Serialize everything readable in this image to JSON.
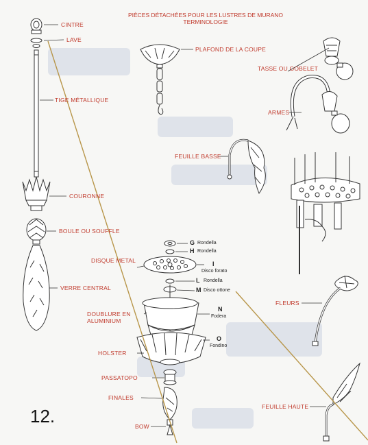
{
  "title": {
    "line1": "PIÈCES DÉTACHÉES POUR LES LUSTRES DE MURANO",
    "line2": "TERMINOLOGIE"
  },
  "labels": {
    "cintre": "CINTRE",
    "lave": "LAVE",
    "tige": "TIGE MÉTALLIQUE",
    "couronne": "COURONNE",
    "boule": "BOULE OU SOUFFLE",
    "verre": "VERRE CENTRAL",
    "plafond": "PLAFOND DE LA COUPE",
    "tasse": "TASSE OU GOBELET",
    "armes": "ARMES",
    "feuille_basse": "FEUILLE BASSE",
    "disque": "DISQUE METAL",
    "doublure_1": "DOUBLURE EN",
    "doublure_2": "ALUMINIUM",
    "holster": "HOLSTER",
    "passatopo": "PASSATOPO",
    "finales": "FINALES",
    "bow": "BOW",
    "fleurs": "FLEURS",
    "feuille_haute": "FEUILLE HAUTE"
  },
  "parts": {
    "g_letter": "G",
    "g_name": "Rondella",
    "h_letter": "H",
    "h_name": "Rondella",
    "i_letter": "I",
    "i_name": "Disco forato",
    "l_letter": "L",
    "l_name": "Rondella",
    "m_letter": "M",
    "m_name": "Disco ottone",
    "n_letter": "N",
    "n_name": "Fodera",
    "o_letter": "O",
    "o_name": "Fondino"
  },
  "page_number": "12.",
  "colors": {
    "label": "#c0392b",
    "line": "#b8964a",
    "ink": "#333333"
  }
}
